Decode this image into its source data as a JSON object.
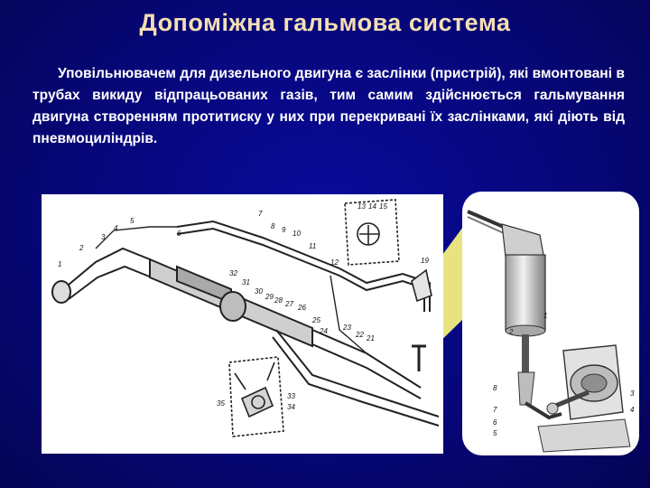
{
  "title": "Допоміжна гальмова система",
  "paragraph": "Уповільнювачем для дизельного двигуна є заслінки (пристрій), які вмонтовані в трубах викиду відпрацьованих газів, тим самим здійснюється гальмування двигуна створенням протитиску  у них при перекривані їх заслінками, які діють від пневмоциліндрів.",
  "colors": {
    "background": "#07077a",
    "title": "#f5deb3",
    "text": "#ffffff",
    "callout": "#f3f080"
  },
  "diagram_labels": {
    "l1": "1",
    "l2": "2",
    "l3": "3",
    "l4": "4",
    "l5": "5",
    "l6": "6",
    "l7": "7",
    "l8": "8",
    "l9": "9",
    "l10": "10",
    "l11": "11",
    "l12": "12",
    "l13": "13",
    "l14": "14",
    "l15": "15",
    "l19": "19",
    "l21": "21",
    "l22": "22",
    "l23": "23",
    "l24": "24",
    "l25": "25",
    "l26": "26",
    "l27": "27",
    "l28": "28",
    "l29": "29",
    "l30": "30",
    "l31": "31",
    "l32": "32",
    "l33": "33",
    "l34": "34",
    "l35": "35"
  },
  "detail_labels": {
    "r1": "1",
    "r2": "2",
    "r3": "3",
    "r4": "4",
    "r5": "5",
    "r6": "6",
    "r7": "7",
    "r8": "8"
  }
}
